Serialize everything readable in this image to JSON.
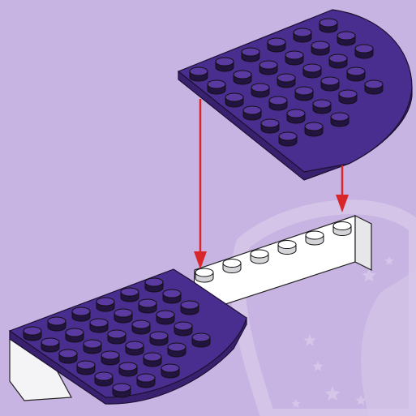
{
  "scene": {
    "kind": "building-instruction-step",
    "background_color": "#c8b4e2",
    "background_motif_color": "#d7c8ea",
    "parts": [
      {
        "name": "top-plate",
        "shape": "quarter-round",
        "color": "#4a2e8f",
        "studs_grid": "6x6"
      },
      {
        "name": "bottom-plate",
        "shape": "quarter-round",
        "color": "#4a2e8f",
        "studs_grid": "6x6"
      },
      {
        "name": "white-brick",
        "shape": "1x6-brick",
        "color": "#ffffff",
        "studs": 6
      }
    ],
    "arrows": {
      "count": 2,
      "color": "#d8262a",
      "direction": "down"
    },
    "decorations": [
      "star-icon",
      "star-icon",
      "star-icon",
      "star-icon",
      "star-icon",
      "star-icon",
      "star-icon"
    ]
  }
}
